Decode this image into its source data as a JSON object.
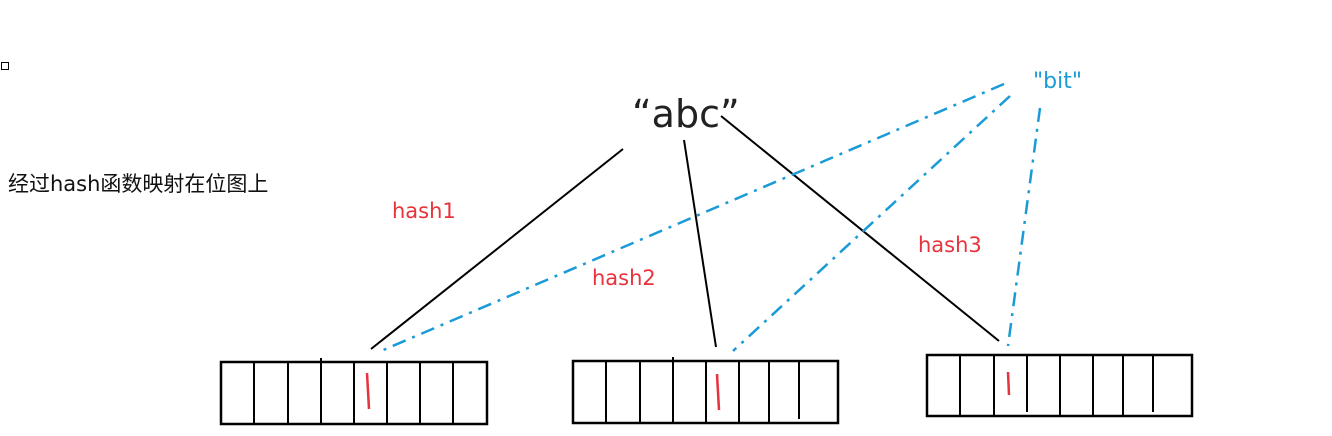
{
  "caption": "经过hash函数映射在位图上",
  "source_text": "“abc”",
  "source_text_2": "\"bit\"",
  "hash_labels": [
    "hash1",
    "hash2",
    "hash3"
  ],
  "bit_mark": "1",
  "colors": {
    "text": "#111111",
    "hash_label": "#e8323c",
    "bit_label": "#1a9bd7",
    "dashed_line": "#1a9bd7",
    "solid_line": "#000000",
    "bit_mark": "#e8323c"
  },
  "bitmaps": [
    {
      "cells": 8,
      "set_index": 4
    },
    {
      "cells": 8,
      "set_index": 4
    },
    {
      "cells": 8,
      "set_index": 2
    }
  ]
}
